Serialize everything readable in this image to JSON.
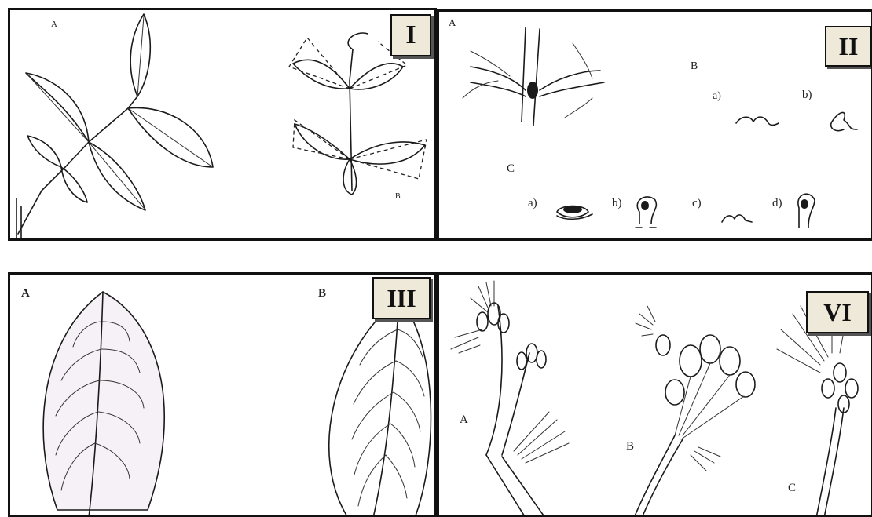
{
  "panels": {
    "p1": {
      "badge": "I",
      "labels": {
        "a": "A",
        "b": "B"
      }
    },
    "p2": {
      "badge": "II",
      "labels": {
        "a": "A",
        "b": "B",
        "b_a": "a)",
        "b_b": "b)",
        "c": "C",
        "c_a": "a)",
        "c_b": "b)",
        "c_c": "c)",
        "c_d": "d)"
      }
    },
    "p3": {
      "badge": "III",
      "labels": {
        "a": "A",
        "b": "B"
      }
    },
    "p4": {
      "badge": "VI",
      "labels": {
        "a": "A",
        "b": "B",
        "c": "C"
      }
    }
  },
  "colors": {
    "border": "#111111",
    "badge_bg": "#efe9da",
    "ink": "#1a1a1a"
  }
}
